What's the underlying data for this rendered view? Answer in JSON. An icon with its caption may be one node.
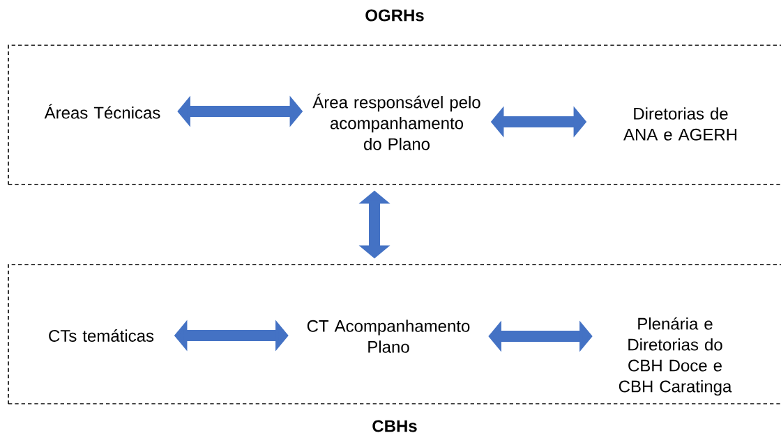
{
  "diagram": {
    "nodes": [
      {
        "text": [
          "OGRHs"
        ]
      },
      {
        "text": [
          "Áreas Técnicas"
        ],
        "in": 0
      },
      {
        "text": [
          "Área responsável pelo acompanhamento do Plano"
        ],
        "in": 0
      },
      {
        "text": [
          "Diretorias de ANA e AGERH"
        ],
        "in": 0
      },
      {
        "text": [
          "CBHs"
        ]
      },
      {
        "text": [
          "CTs temáticas"
        ],
        "in": 4
      },
      {
        "text": [
          "CT Acompanhamento Plano"
        ],
        "in": 4
      },
      {
        "text": [
          "Plenária e Diretorias do CBH Doce e CBH Caratinga"
        ],
        "in": 4
      }
    ],
    "edges": [
      {
        "from": 1,
        "to": 2,
        "arrow": "both"
      },
      {
        "from": 2,
        "to": 3,
        "arrow": "both"
      },
      {
        "from": 0,
        "to": 4,
        "arrow": "both"
      },
      {
        "from": 5,
        "to": 6,
        "arrow": "both"
      },
      {
        "from": 6,
        "to": 7,
        "arrow": "both"
      }
    ]
  }
}
